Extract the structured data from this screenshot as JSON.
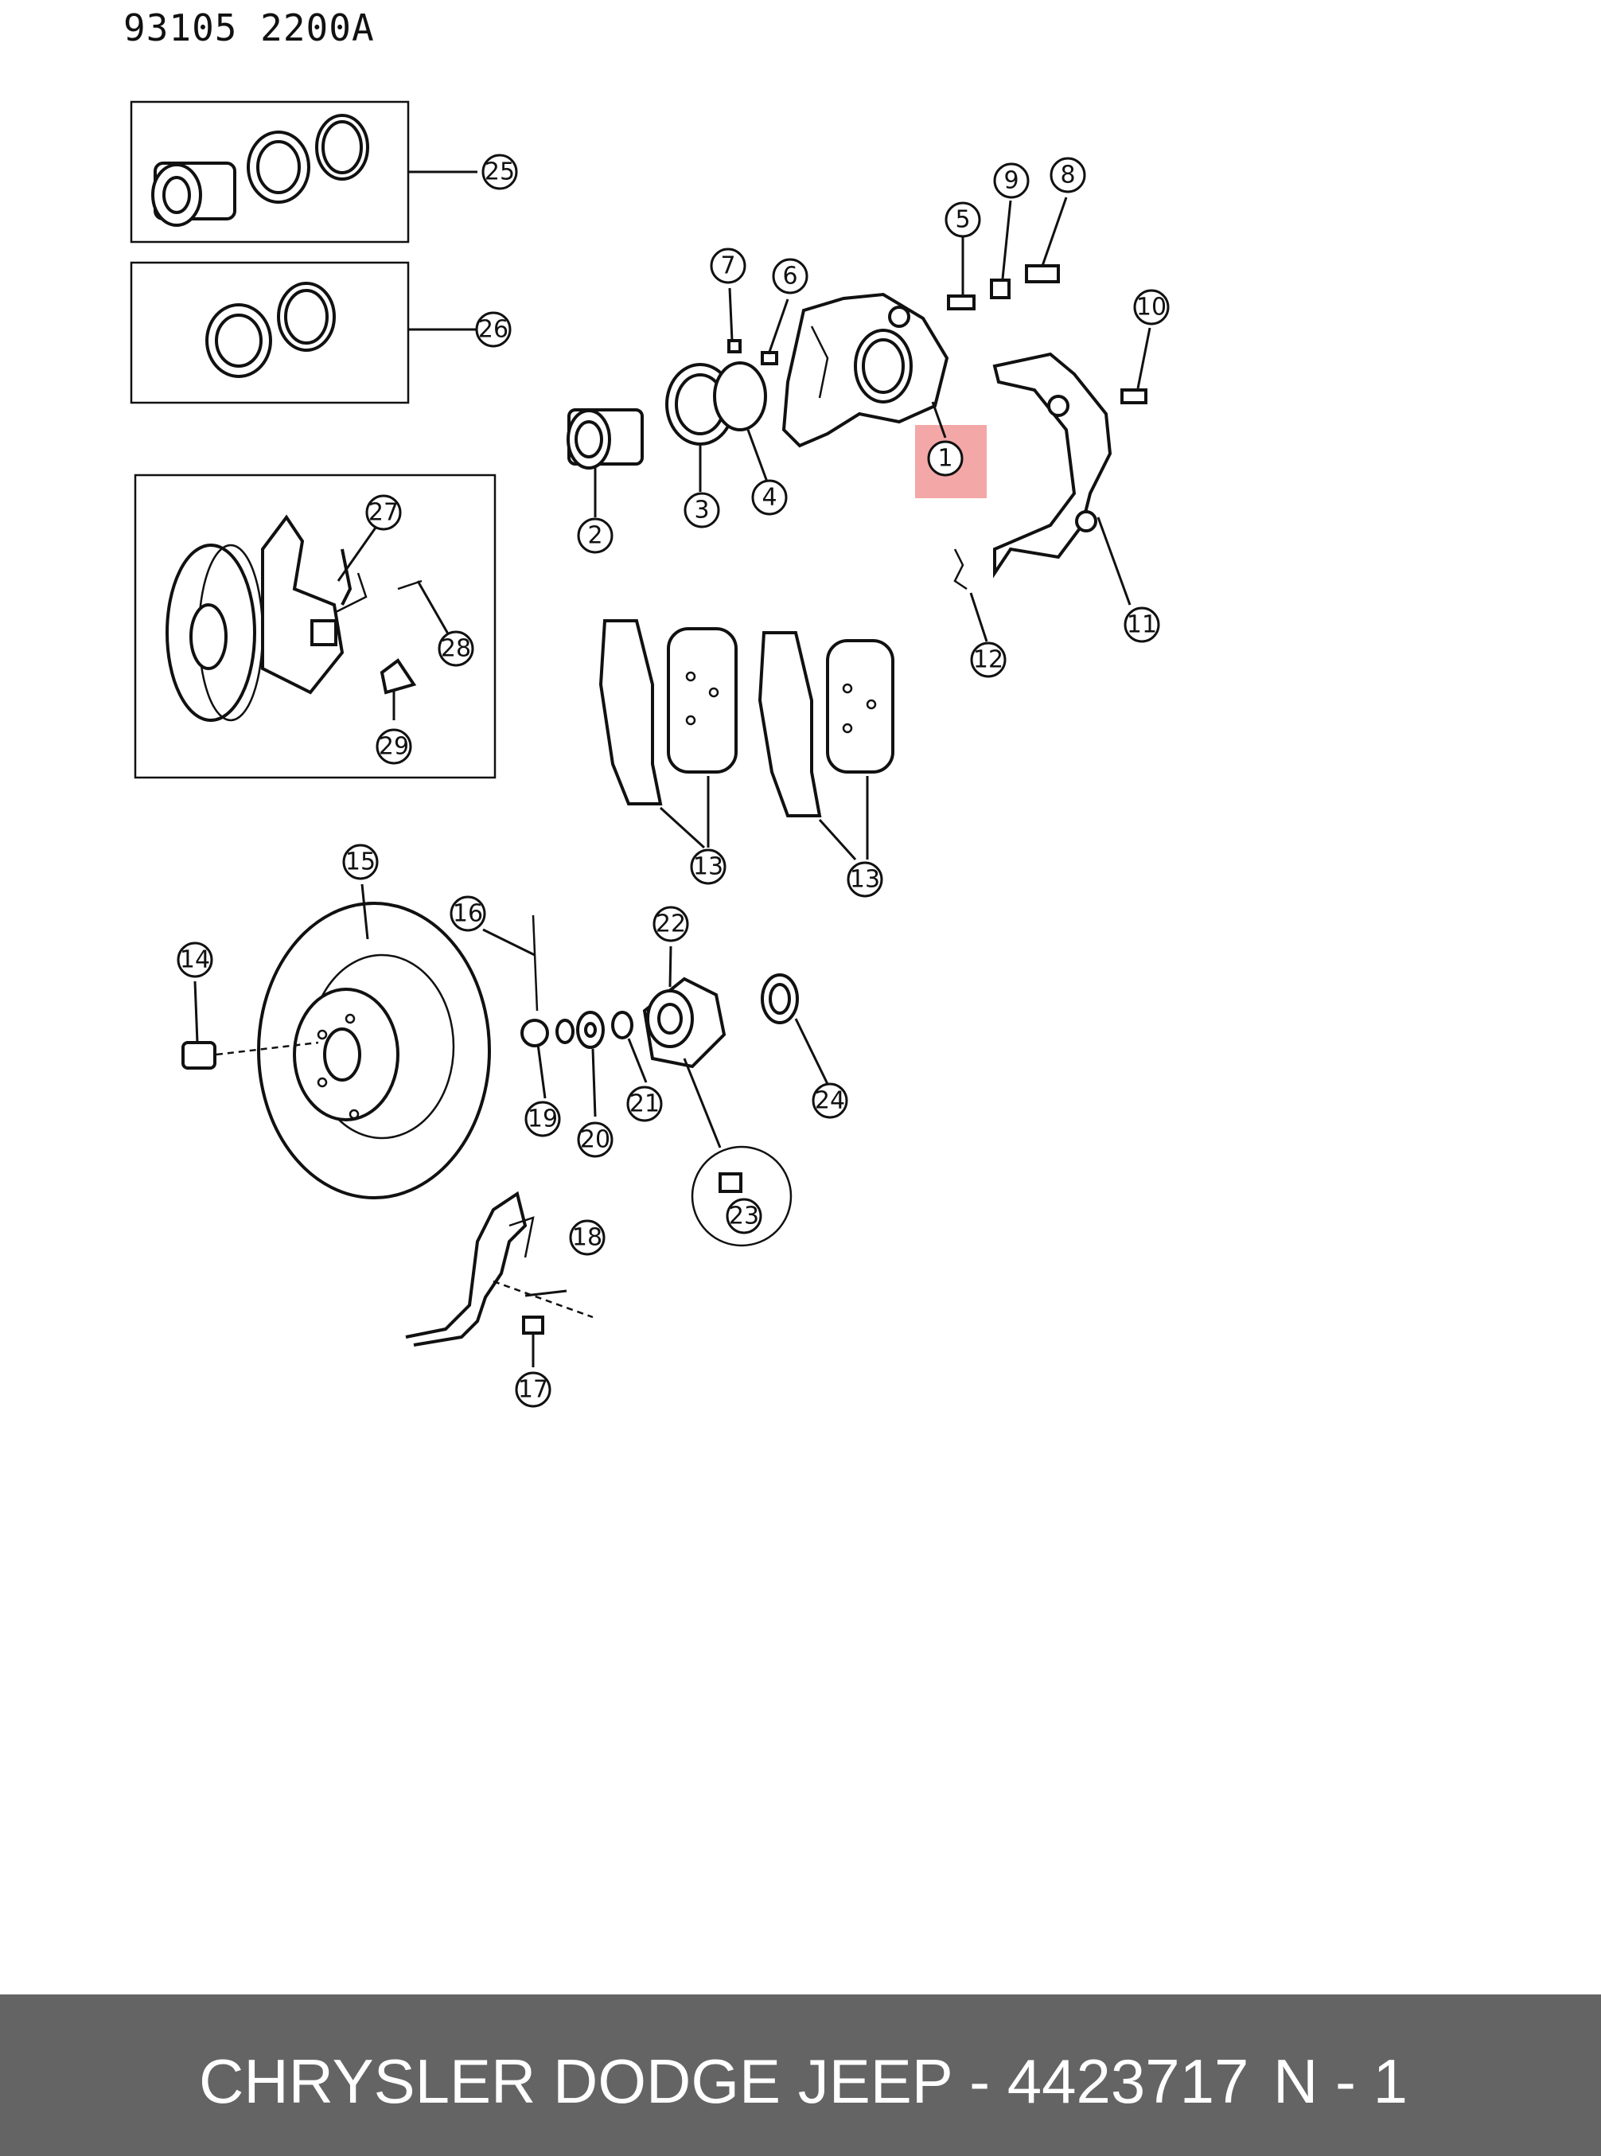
{
  "header": {
    "code": "93105  2200A"
  },
  "callouts": [
    "1",
    "2",
    "3",
    "4",
    "5",
    "6",
    "7",
    "8",
    "9",
    "10",
    "11",
    "12",
    "13",
    "13",
    "14",
    "15",
    "16",
    "17",
    "18",
    "19",
    "20",
    "21",
    "22",
    "23",
    "24",
    "25",
    "26",
    "27",
    "28",
    "29"
  ],
  "highlight_color": "#f08a8a",
  "footer": {
    "title": "CHRYSLER DODGE JEEP - 4423717",
    "page": "N - 1"
  }
}
